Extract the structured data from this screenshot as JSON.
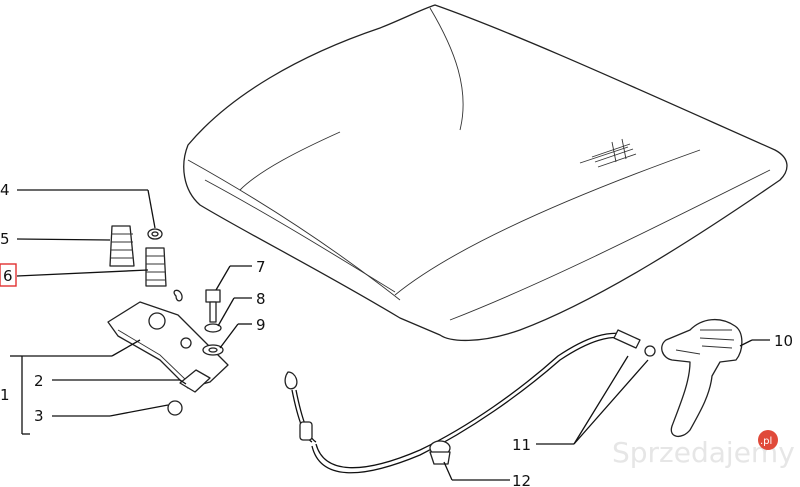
{
  "diagram": {
    "callouts": [
      {
        "id": "4",
        "label": "4"
      },
      {
        "id": "5",
        "label": "5"
      },
      {
        "id": "6",
        "label": "6",
        "highlighted": true
      },
      {
        "id": "7",
        "label": "7"
      },
      {
        "id": "8",
        "label": "8"
      },
      {
        "id": "9",
        "label": "9"
      },
      {
        "id": "1",
        "label": "1"
      },
      {
        "id": "2",
        "label": "2"
      },
      {
        "id": "3",
        "label": "3"
      },
      {
        "id": "10",
        "label": "10"
      },
      {
        "id": "11",
        "label": "11"
      },
      {
        "id": "12",
        "label": "12"
      }
    ],
    "highlight_color": "#e03030"
  },
  "watermark": {
    "text": "Sprzedajemy",
    "suffix": ".pl",
    "badge_color": "#e04a3a"
  }
}
